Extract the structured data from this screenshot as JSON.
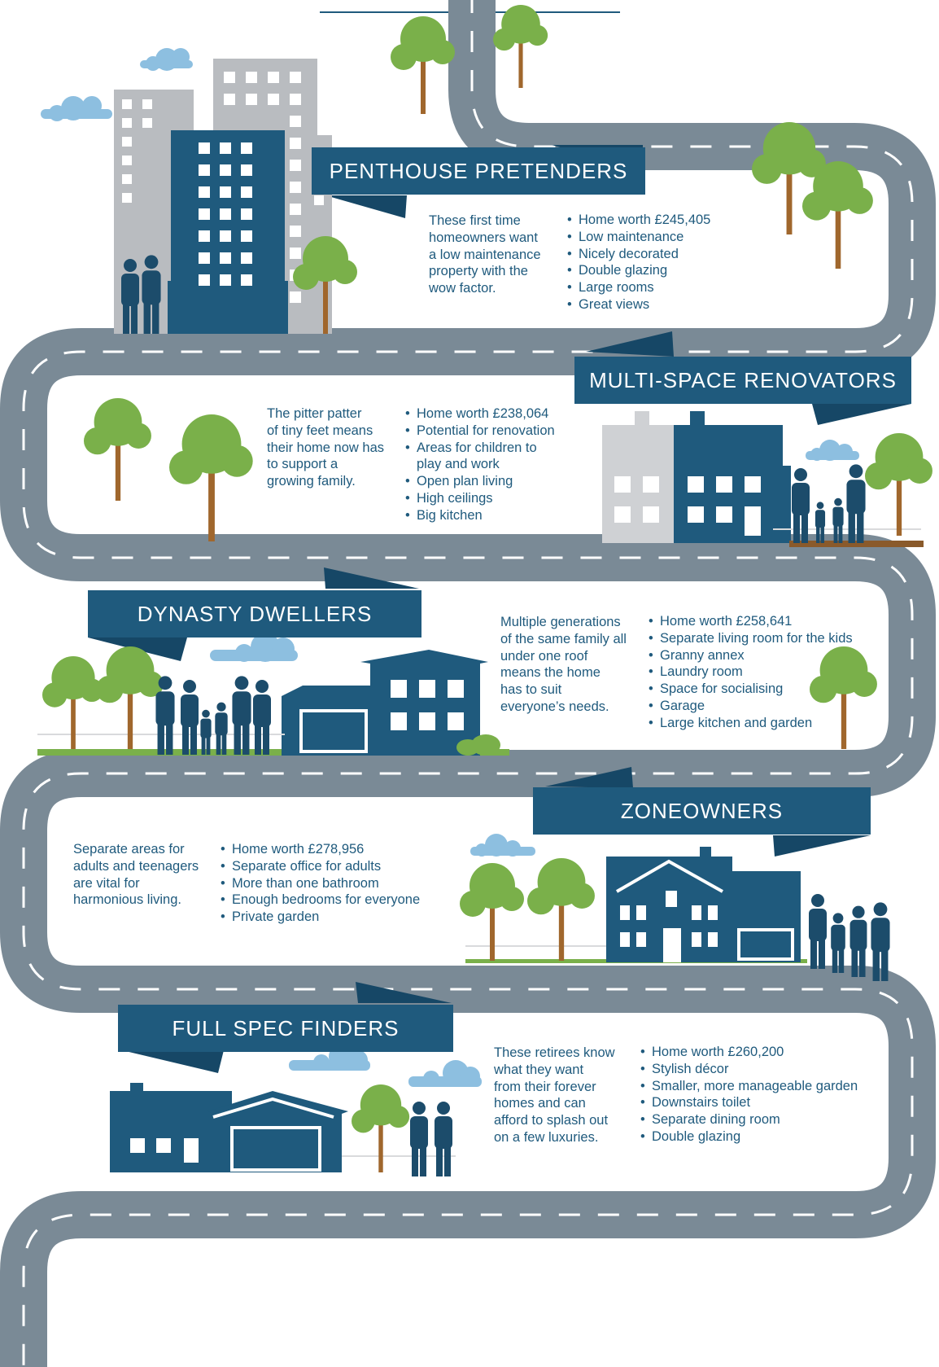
{
  "colors": {
    "road": "#7a8a96",
    "road_dash": "#ffffff",
    "banner": "#1f5a7d",
    "building_dark": "#1f5a7d",
    "building_grey": "#b9bcc0",
    "tree_leaf": "#7ab04a",
    "tree_trunk": "#a0672d",
    "cloud": "#8dbfe0",
    "silhouette": "#1c4c6b",
    "text": "#1f5a7d"
  },
  "sections": [
    {
      "title": "PENTHOUSE PRETENDERS",
      "description": "These first time\nhomeowners want\na low maintenance\nproperty with the\nwow factor.",
      "features": [
        "Home worth £245,405",
        "Low maintenance",
        "Nicely decorated",
        "Double glazing",
        "Large rooms",
        "Great views"
      ]
    },
    {
      "title": "MULTI-SPACE RENOVATORS",
      "description": "The pitter patter\nof tiny feet means\ntheir home now has\nto support a\ngrowing family.",
      "features": [
        "Home worth £238,064",
        "Potential for renovation",
        "Areas for children to\nplay and work",
        "Open plan living",
        "High ceilings",
        "Big kitchen"
      ]
    },
    {
      "title": "DYNASTY DWELLERS",
      "description": "Multiple generations\nof the same family all\nunder one roof\nmeans the home\nhas to suit\neveryone’s needs.",
      "features": [
        "Home worth £258,641",
        "Separate living room for the kids",
        "Granny annex",
        "Laundry room",
        "Space for socialising",
        "Garage",
        "Large kitchen and garden"
      ]
    },
    {
      "title": "ZONEOWNERS",
      "description": "Separate areas for\nadults and teenagers\nare vital for\nharmonious living.",
      "features": [
        "Home worth £278,956",
        "Separate office for adults",
        "More than one bathroom",
        "Enough bedrooms for everyone",
        "Private garden"
      ]
    },
    {
      "title": "FULL SPEC FINDERS",
      "description": "These retirees know\nwhat they want\nfrom their forever\nhomes and can\nafford to splash out\non a few luxuries.",
      "features": [
        "Home worth £260,200",
        "Stylish décor",
        "Smaller, more manageable garden",
        "Downstairs toilet",
        "Separate dining room",
        "Double glazing"
      ]
    }
  ]
}
